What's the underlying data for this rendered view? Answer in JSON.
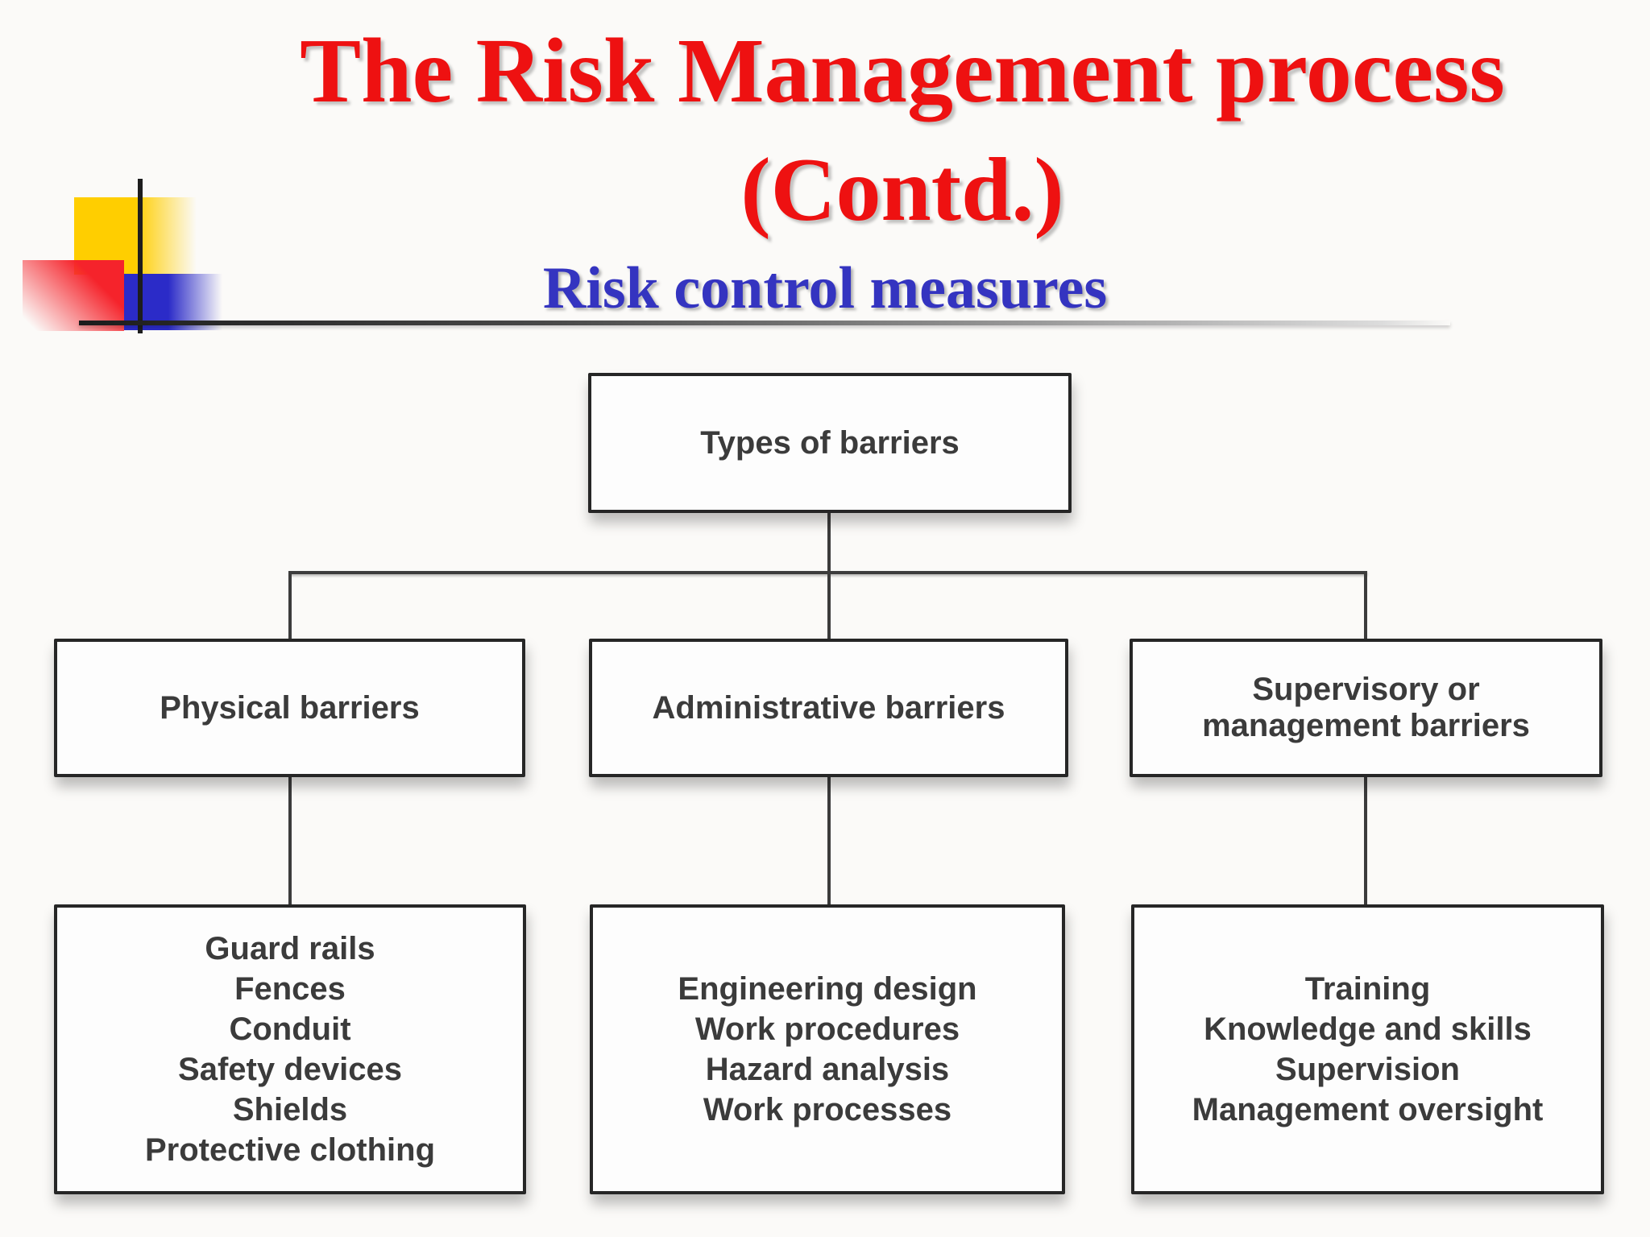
{
  "slide": {
    "title_line1": "The Risk Management process",
    "title_line2": "(Contd.)",
    "subtitle": "Risk control measures"
  },
  "colors": {
    "title_red": "#ee1111",
    "subtitle_blue": "#3434c0",
    "decor_yellow": "#ffce00",
    "decor_red": "#f5232b",
    "decor_blue": "#2b2bc8",
    "connector_gray": "#3c3c3c",
    "box_border": "#262626",
    "box_text": "#3b3b3b"
  },
  "diagram": {
    "root": {
      "label": "Types of barriers"
    },
    "branches": [
      {
        "label": "Physical barriers",
        "items": [
          "Guard rails",
          "Fences",
          "Conduit",
          "Safety devices",
          "Shields",
          "Protective clothing"
        ]
      },
      {
        "label": "Administrative barriers",
        "items": [
          "Engineering design",
          "Work procedures",
          "Hazard analysis",
          "Work processes"
        ]
      },
      {
        "label": "Supervisory or management barriers",
        "items": [
          "Training",
          "Knowledge and skills",
          "Supervision",
          "Management oversight"
        ]
      }
    ]
  }
}
